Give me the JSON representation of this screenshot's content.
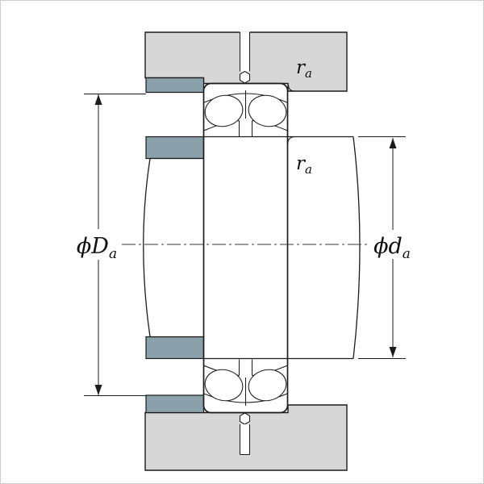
{
  "labels": {
    "housing_fillet": {
      "main": "r",
      "sub": "a"
    },
    "shaft_fillet": {
      "main": "r",
      "sub": "a"
    },
    "housing_shoulder_dia": {
      "main": "ϕD",
      "sub": "a"
    },
    "shaft_shoulder_dia": {
      "main": "ϕd",
      "sub": "a"
    }
  },
  "colors": {
    "housing_fill": "#d7d7d7",
    "shoulder_fill": "#8aa0ab",
    "line": "#1c1c1c",
    "centerline": "#3a3a3a",
    "background": "#ffffff"
  }
}
